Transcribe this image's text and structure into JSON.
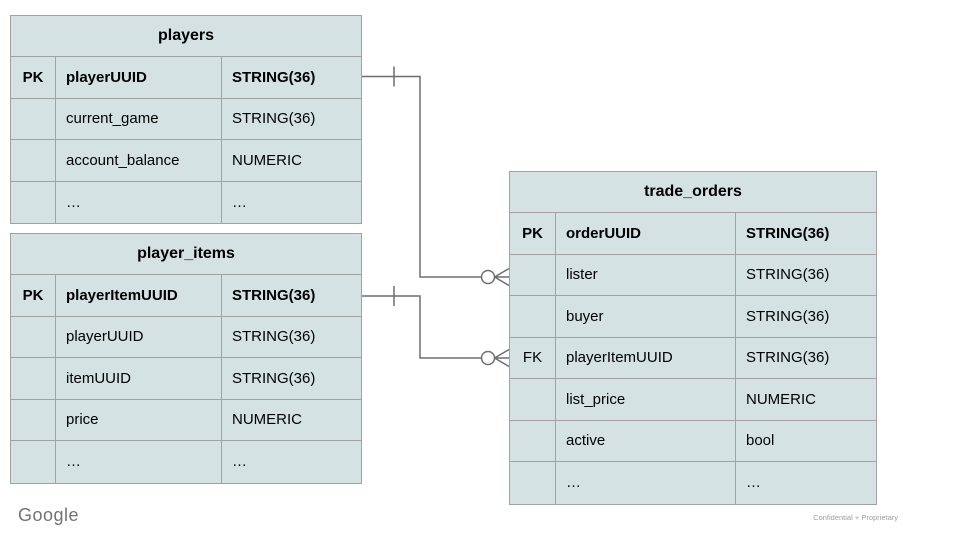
{
  "slide": {
    "footer": {
      "logo": "Google",
      "confidentiality": "Confidential + Proprietary"
    }
  },
  "colors": {
    "table_fill": "#d5e2e4",
    "table_border": "#a2a2a2",
    "connector_line": "#6e6e6e",
    "text": "#000000",
    "logo_gray": "#737373",
    "confidential_gray": "#9e9e9e",
    "background": "#ffffff"
  },
  "tables": [
    {
      "title": "players",
      "rows": [
        {
          "key": "PK",
          "name": "playerUUID",
          "type": "STRING(36)"
        },
        {
          "key": "",
          "name": "current_game",
          "type": "STRING(36)"
        },
        {
          "key": "",
          "name": "account_balance",
          "type": "NUMERIC"
        },
        {
          "key": "",
          "name": "…",
          "type": "…"
        }
      ]
    },
    {
      "title": "player_items",
      "rows": [
        {
          "key": "PK",
          "name": "playerItemUUID",
          "type": "STRING(36)"
        },
        {
          "key": "",
          "name": "playerUUID",
          "type": "STRING(36)"
        },
        {
          "key": "",
          "name": "itemUUID",
          "type": "STRING(36)"
        },
        {
          "key": "",
          "name": "price",
          "type": "NUMERIC"
        },
        {
          "key": "",
          "name": "…",
          "type": "…"
        }
      ]
    },
    {
      "title": "trade_orders",
      "rows": [
        {
          "key": "PK",
          "name": "orderUUID",
          "type": "STRING(36)"
        },
        {
          "key": "",
          "name": "lister",
          "type": "STRING(36)"
        },
        {
          "key": "",
          "name": "buyer",
          "type": "STRING(36)"
        },
        {
          "key": "FK",
          "name": "playerItemUUID",
          "type": "STRING(36)"
        },
        {
          "key": "",
          "name": "list_price",
          "type": "NUMERIC"
        },
        {
          "key": "",
          "name": "active",
          "type": "bool"
        },
        {
          "key": "",
          "name": "…",
          "type": "…"
        }
      ]
    }
  ],
  "relationships": [
    {
      "from": "players.playerUUID",
      "to": "trade_orders.lister",
      "from_cardinality": "one",
      "to_cardinality": "zero-or-many"
    },
    {
      "from": "player_items.playerItemUUID",
      "to": "trade_orders.playerItemUUID",
      "from_cardinality": "one",
      "to_cardinality": "zero-or-many"
    }
  ]
}
